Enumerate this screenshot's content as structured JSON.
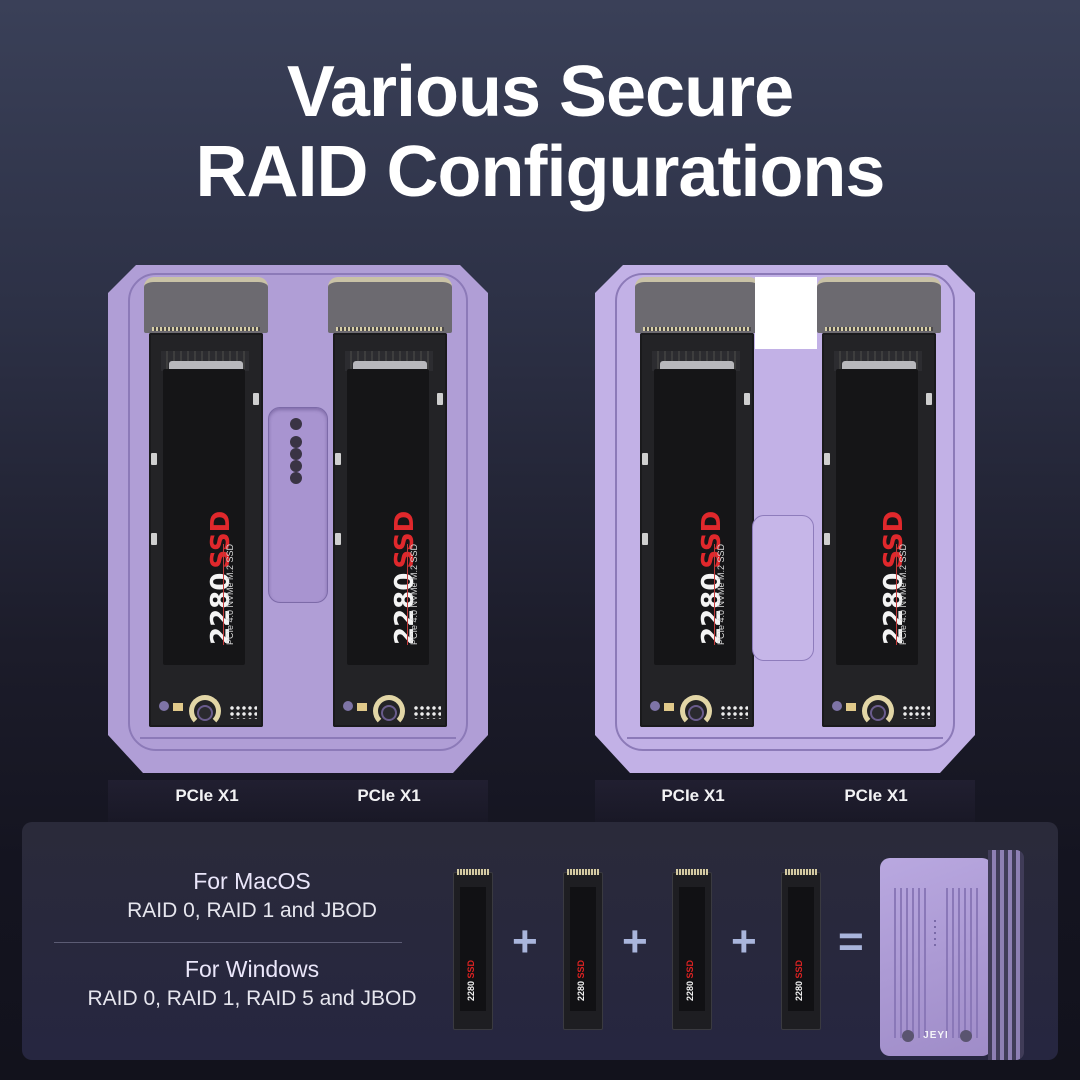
{
  "headline": {
    "line1": "Various Secure",
    "line2": "RAID Configurations"
  },
  "trays": [
    {
      "slots": [
        {
          "capacity_label": "2280",
          "type_label": "SSD",
          "sub_label": "PCIe 4.0 NVMe M.2 SSD",
          "interface": "PCIe X1"
        },
        {
          "capacity_label": "2280",
          "type_label": "SSD",
          "sub_label": "PCIe 4.0 NVMe M.2 SSD",
          "interface": "PCIe X1"
        }
      ]
    },
    {
      "slots": [
        {
          "capacity_label": "2280",
          "type_label": "SSD",
          "sub_label": "PCIe 4.0 NVMe M.2 SSD",
          "interface": "PCIe X1"
        },
        {
          "capacity_label": "2280",
          "type_label": "SSD",
          "sub_label": "PCIe 4.0 NVMe M.2 SSD",
          "interface": "PCIe X1"
        }
      ]
    }
  ],
  "info_panel": {
    "macos": {
      "title": "For MacOS",
      "modes": "RAID 0, RAID 1 and JBOD"
    },
    "windows": {
      "title": "For Windows",
      "modes": "RAID 0, RAID 1, RAID 5 and JBOD"
    },
    "equation": {
      "ssd_count": 4,
      "ssd_label_num": "2280",
      "ssd_label_type": "SSD",
      "plus": "+",
      "equals": "="
    },
    "device": {
      "brand": "JEYI"
    }
  },
  "colors": {
    "tray_purple": "#b09ed6",
    "ssd_red": "#e0282c",
    "operator_blue": "#a9b5dc",
    "panel_bg": "#262640"
  }
}
